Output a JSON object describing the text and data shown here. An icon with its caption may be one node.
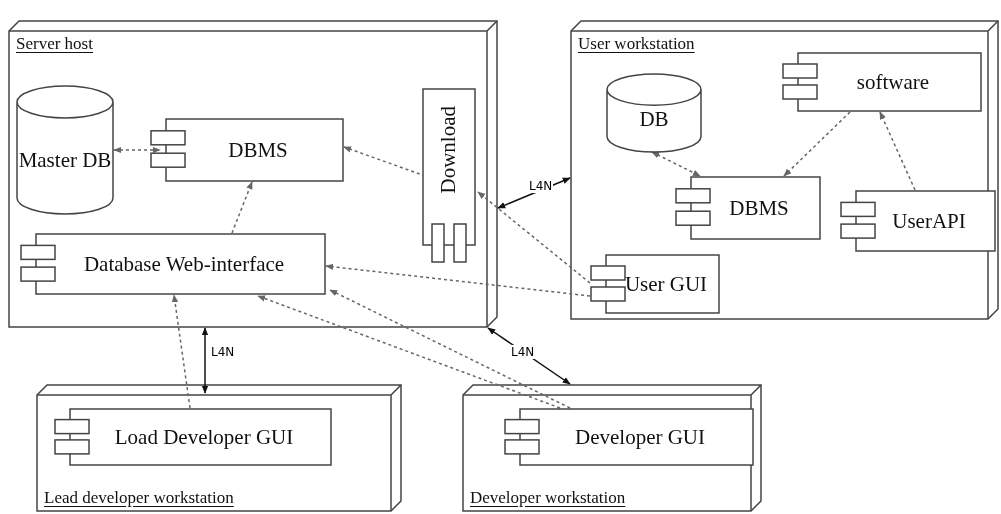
{
  "diagram": {
    "nodes": [
      {
        "text": [
          "Server host"
        ]
      },
      {
        "text": [
          "Master DB"
        ],
        "in": 0
      },
      {
        "text": [
          "DBMS"
        ],
        "in": 0
      },
      {
        "text": [
          "Download"
        ],
        "in": 0
      },
      {
        "text": [
          "Database Web-interface"
        ],
        "in": 0
      },
      {
        "text": [
          "User workstation"
        ]
      },
      {
        "text": [
          "DB"
        ],
        "in": 5
      },
      {
        "text": [
          "software"
        ],
        "in": 5
      },
      {
        "text": [
          "DBMS"
        ],
        "in": 5
      },
      {
        "text": [
          "UserAPI"
        ],
        "in": 5
      },
      {
        "text": [
          "User GUI"
        ],
        "in": 5
      },
      {
        "text": [
          "Lead developer workstation"
        ]
      },
      {
        "text": [
          "Load Developer GUI"
        ],
        "in": 11
      },
      {
        "text": [
          "Developer workstation"
        ]
      },
      {
        "text": [
          "Developer GUI"
        ],
        "in": 13
      }
    ],
    "edges": [
      {
        "from": 1,
        "to": 2,
        "arrow": "both",
        "style": "dashed"
      },
      {
        "from": 3,
        "to": 2,
        "arrow": "to",
        "style": "dashed"
      },
      {
        "from": 4,
        "to": 2,
        "arrow": "to",
        "style": "dashed"
      },
      {
        "from": 0,
        "to": 5,
        "arrow": "both",
        "label": "L4N"
      },
      {
        "from": 10,
        "to": 3,
        "arrow": "to",
        "style": "dashed"
      },
      {
        "from": 10,
        "to": 4,
        "arrow": "to",
        "style": "dashed"
      },
      {
        "from": 6,
        "to": 8,
        "arrow": "both",
        "style": "dashed"
      },
      {
        "from": 7,
        "to": 8,
        "arrow": "to",
        "style": "dashed"
      },
      {
        "from": 9,
        "to": 7,
        "arrow": "to",
        "style": "dashed"
      },
      {
        "from": 0,
        "to": 11,
        "arrow": "both",
        "label": "L4N"
      },
      {
        "from": 12,
        "to": 4,
        "arrow": "to",
        "style": "dashed"
      },
      {
        "from": 0,
        "to": 13,
        "arrow": "both",
        "label": "L4N"
      },
      {
        "from": 14,
        "to": 4,
        "arrow": "to",
        "style": "dashed"
      },
      {
        "from": 14,
        "to": 4,
        "arrow": "to",
        "style": "dashed"
      }
    ]
  }
}
